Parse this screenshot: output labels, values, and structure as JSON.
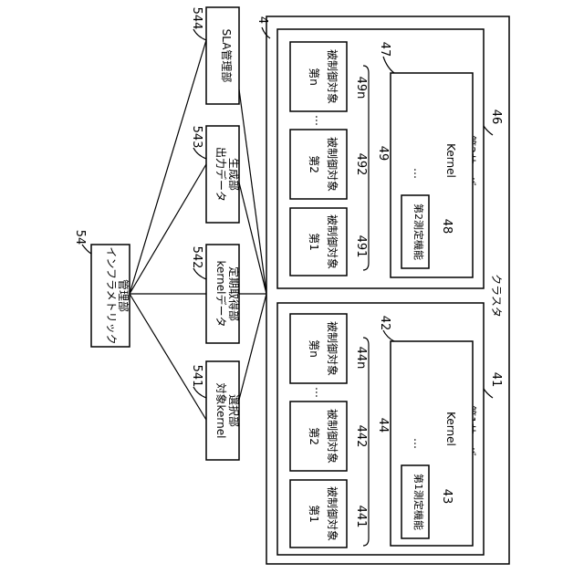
{
  "infra": {
    "id": "54",
    "label_line1": "インフラメトリック",
    "label_line2": "管理部"
  },
  "modules": [
    {
      "id": "544",
      "line1": "SLA管理部",
      "line2": ""
    },
    {
      "id": "543",
      "line1": "出力データ",
      "line2": "生成部"
    },
    {
      "id": "542",
      "line1": "kernelデータ",
      "line2": "定期取得部"
    },
    {
      "id": "541",
      "line1": "対象kernel",
      "line2": "選択部"
    }
  ],
  "cluster": {
    "id": "4",
    "label": "クラスタ"
  },
  "server2": {
    "id": "46",
    "label": "第2サーバ",
    "kernel_label": "Kernel",
    "kernel_id": "47",
    "ellipsis": "…",
    "measure_label": "第2測定機能",
    "measure_id": "48",
    "group_id": "49",
    "targets": [
      {
        "line1": "第n",
        "line2": "被制御対象",
        "id": "49n"
      },
      {
        "line1": "第2",
        "line2": "被制御対象",
        "id": "492"
      },
      {
        "line1": "第1",
        "line2": "被制御対象",
        "id": "491"
      }
    ],
    "dots": "…"
  },
  "server1": {
    "id": "41",
    "label": "第1サーバ",
    "kernel_label": "Kernel",
    "kernel_id": "42",
    "ellipsis": "…",
    "measure_label": "第1測定機能",
    "measure_id": "43",
    "group_id": "44",
    "targets": [
      {
        "line1": "第n",
        "line2": "被制御対象",
        "id": "44n"
      },
      {
        "line1": "第2",
        "line2": "被制御対象",
        "id": "442"
      },
      {
        "line1": "第1",
        "line2": "被制御対象",
        "id": "441"
      }
    ],
    "dots": "…"
  }
}
